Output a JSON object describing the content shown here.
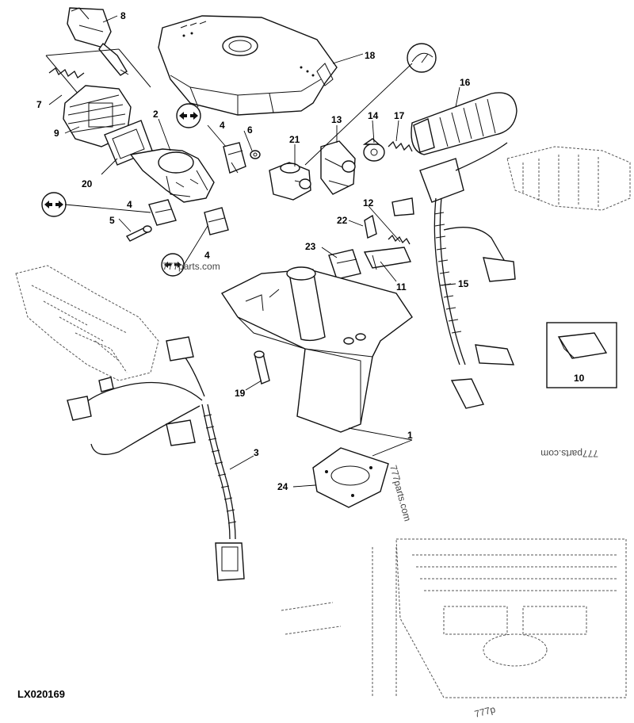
{
  "drawing": {
    "id": "LX020169",
    "watermarks": [
      "777parts.com",
      "777parts.com",
      "777parts.com",
      "777p"
    ]
  },
  "callouts": {
    "c1": "1",
    "c2": "2",
    "c3": "3",
    "c4a": "4",
    "c4b": "4",
    "c4c": "4",
    "c5": "5",
    "c6": "6",
    "c7": "7",
    "c8": "8",
    "c9": "9",
    "c10": "10",
    "c11": "11",
    "c12": "12",
    "c13": "13",
    "c14": "14",
    "c15": "15",
    "c16": "16",
    "c17": "17",
    "c18": "18",
    "c19": "19",
    "c20": "20",
    "c21": "21",
    "c22": "22",
    "c23": "23",
    "c24": "24"
  },
  "icons": {
    "direction_symbol": "left-right-arrows-icon",
    "wiper_symbol": "wiper-icon"
  }
}
